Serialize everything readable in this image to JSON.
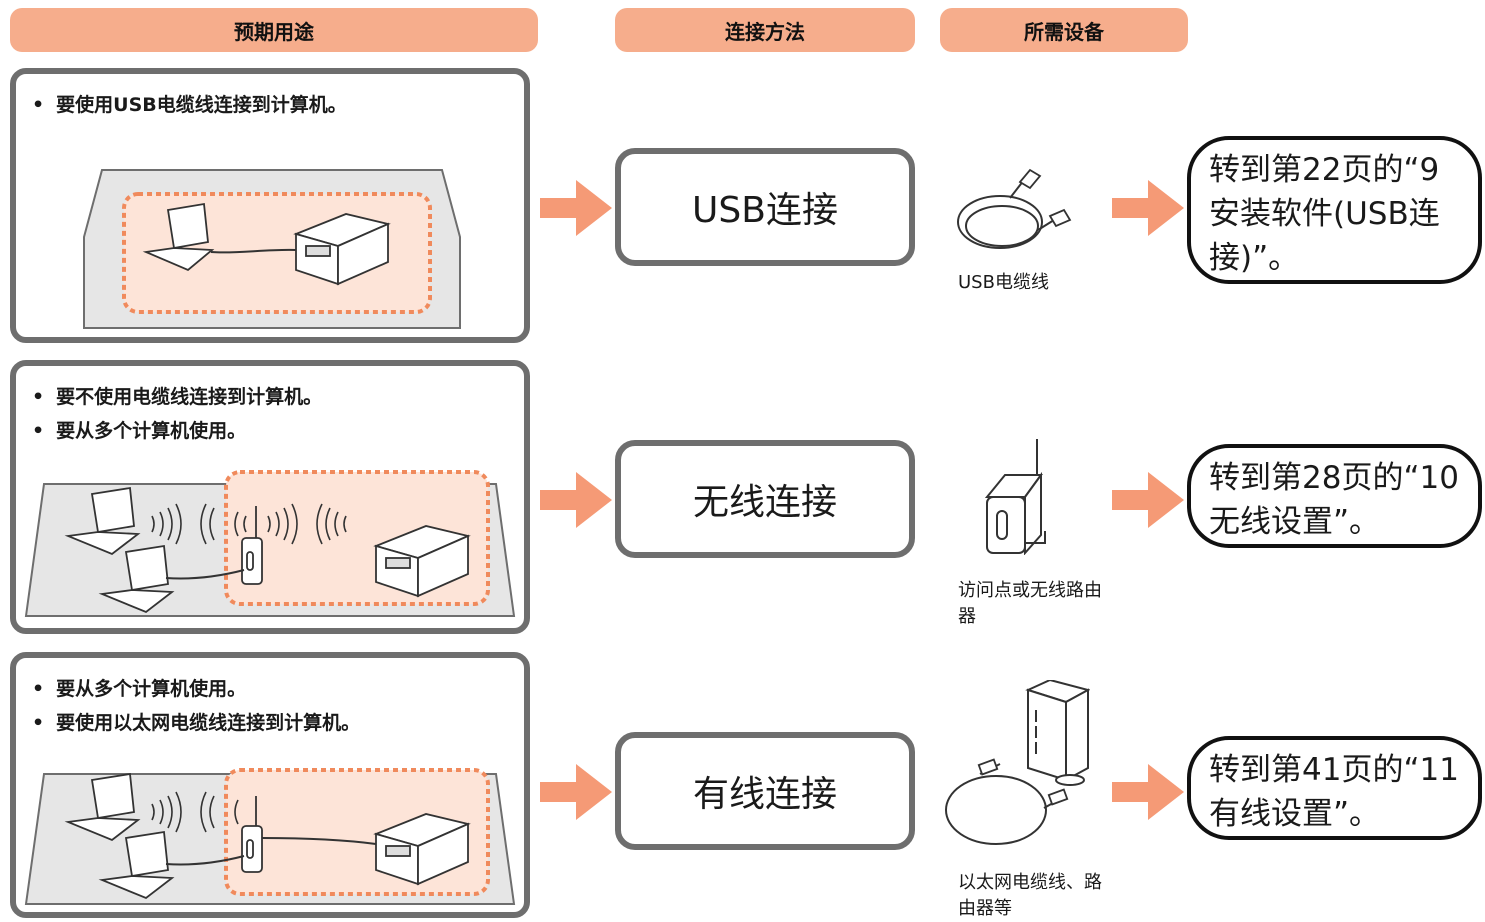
{
  "headers": {
    "use": "预期用途",
    "method": "连接方法",
    "equipment": "所需设备"
  },
  "rows": [
    {
      "bullets": [
        "要使用USB电缆线连接到计算机。"
      ],
      "method": "USB连接",
      "device_label": "USB电缆线",
      "destination": "转到第22页的“9安装软件(USB连接)”。"
    },
    {
      "bullets": [
        "要不使用电缆线连接到计算机。",
        "要从多个计算机使用。"
      ],
      "method": "无线连接",
      "device_label": "访问点或无线路由器",
      "destination": "转到第28页的“10无线设置”。"
    },
    {
      "bullets": [
        "要从多个计算机使用。",
        "要使用以太网电缆线连接到计算机。"
      ],
      "method": "有线连接",
      "device_label": "以太网电缆线、路由器等",
      "destination": "转到第41页的“11有线设置”。"
    }
  ],
  "colors": {
    "header_fill": "#f6ad8c",
    "arrow": "#f59a76",
    "frame": "#6e6e6e",
    "room_fill": "#e6e6e6",
    "zone_fill": "#fde4d8",
    "zone_border": "#f08a5c"
  }
}
